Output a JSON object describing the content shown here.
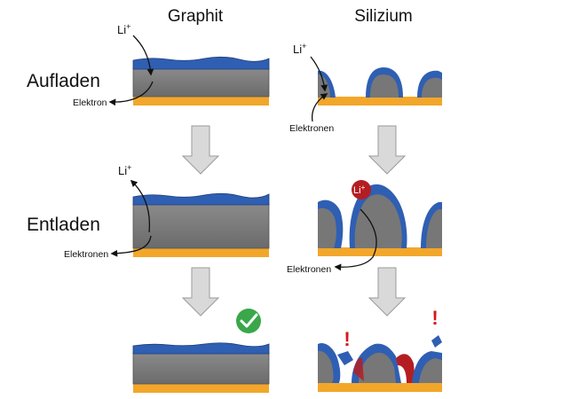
{
  "columns": {
    "graphite": "Graphit",
    "silicon": "Silizium"
  },
  "rows": {
    "charging": "Aufladen",
    "discharging": "Entladen"
  },
  "labels": {
    "li_base": "Li",
    "li_sup": "+",
    "electron": "Elektron",
    "electrons": "Elektronen",
    "warning": "!"
  },
  "colors": {
    "electrolyte_layer": "#2f5fb3",
    "graphite_body": "#7d7d7d",
    "current_collector": "#f2a72b",
    "sei_red": "#b41e22",
    "check_green": "#3aa74a",
    "arrow_fill": "#d9d9d9"
  },
  "icons": {
    "success": "check-circle-icon",
    "warning": "exclamation-icon"
  }
}
